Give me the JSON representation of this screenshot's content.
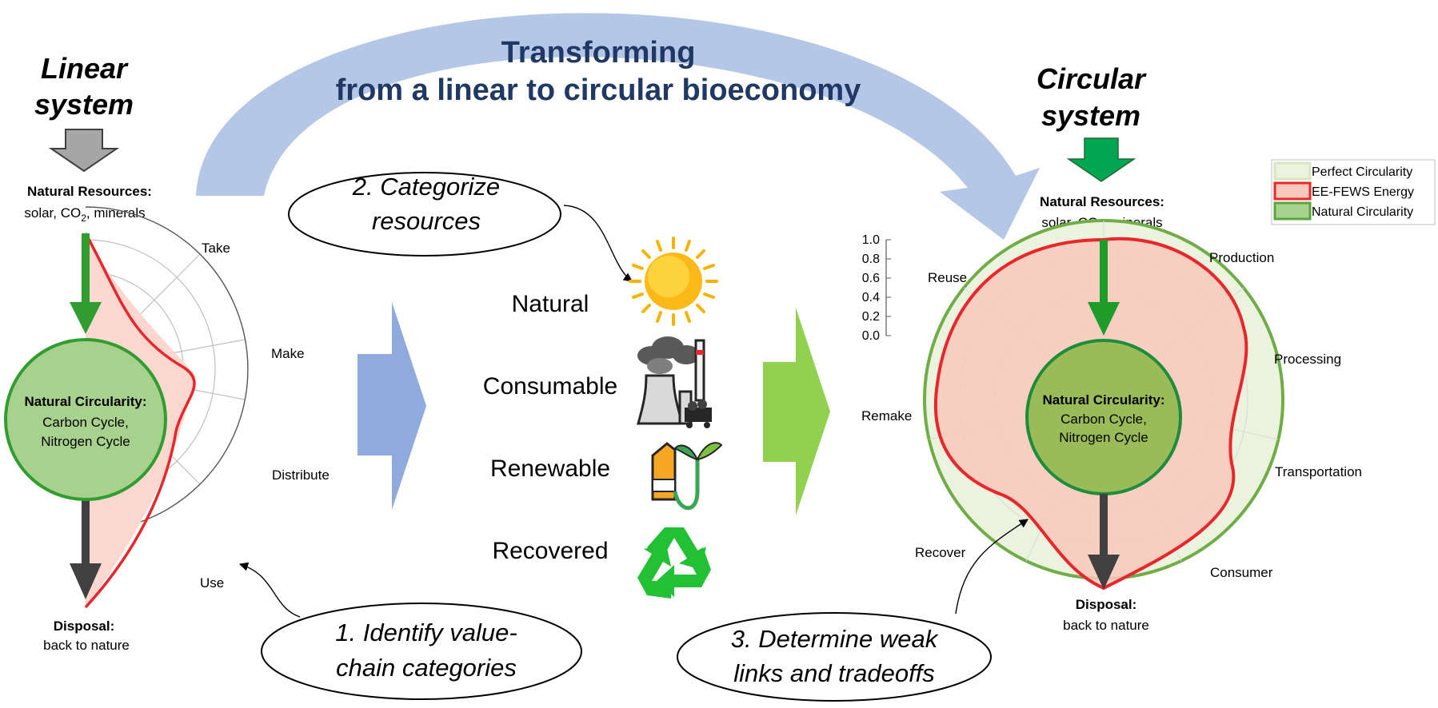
{
  "header": {
    "title_line1": "Transforming",
    "title_line2": "from a linear to circular bioeconomy"
  },
  "linear": {
    "title_line1": "Linear",
    "title_line2": "system",
    "resources_label": "Natural Resources:",
    "resources_text_pre": "solar, CO",
    "resources_text_sub": "2",
    "resources_text_post": ", minerals",
    "axes": [
      "Take",
      "Make",
      "Distribute",
      "Use"
    ],
    "center_title": "Natural Circularity:",
    "center_line1": "Carbon Cycle,",
    "center_line2": "Nitrogen Cycle",
    "disposal_label": "Disposal:",
    "disposal_text": "back to nature"
  },
  "categories": {
    "items": [
      "Natural",
      "Consumable",
      "Renewable",
      "Recovered"
    ],
    "icons": [
      "sun-icon",
      "factory-icon",
      "biofuel-pump-icon",
      "recycle-icon"
    ]
  },
  "steps": {
    "step1_line1": "1. Identify value-",
    "step1_line2": "chain categories",
    "step2_line1": "2. Categorize",
    "step2_line2": "resources",
    "step3_line1": "3. Determine weak",
    "step3_line2": "links and tradeoffs"
  },
  "circular": {
    "title_line1": "Circular",
    "title_line2": "system",
    "resources_label": "Natural Resources:",
    "resources_text_pre": "solar, CO",
    "resources_text_sub": "2",
    "resources_text_post": ", minerals",
    "axes": [
      "Production",
      "Processing",
      "Transportation",
      "Consumer",
      "Recover",
      "Remake",
      "Reuse"
    ],
    "center_title": "Natural Circularity:",
    "center_line1": "Carbon Cycle,",
    "center_line2": "Nitrogen Cycle",
    "disposal_label": "Disposal:",
    "disposal_text": "back to nature",
    "scale_ticks": [
      "1.0",
      "0.8",
      "0.6",
      "0.4",
      "0.2",
      "0.0"
    ]
  },
  "legend": {
    "items": [
      {
        "label": "Perfect Circularity",
        "fill": "#ebf3de",
        "stroke": "#d7e6c2"
      },
      {
        "label": "EE-FEWS Energy",
        "fill": "#f8c8bc",
        "stroke": "#e8262b"
      },
      {
        "label": "Natural Circularity",
        "fill": "#a9d18e",
        "stroke": "#58a73d"
      }
    ]
  },
  "colors": {
    "title_blue": "#1f3864",
    "big_arrow": "#b4c7e7",
    "blue_arrow": "#8faadc",
    "green_arrow": "#92d050",
    "red_line": "#e8262b",
    "green_circle": "#9fcc77",
    "dark_green": "#2f9d2f"
  }
}
